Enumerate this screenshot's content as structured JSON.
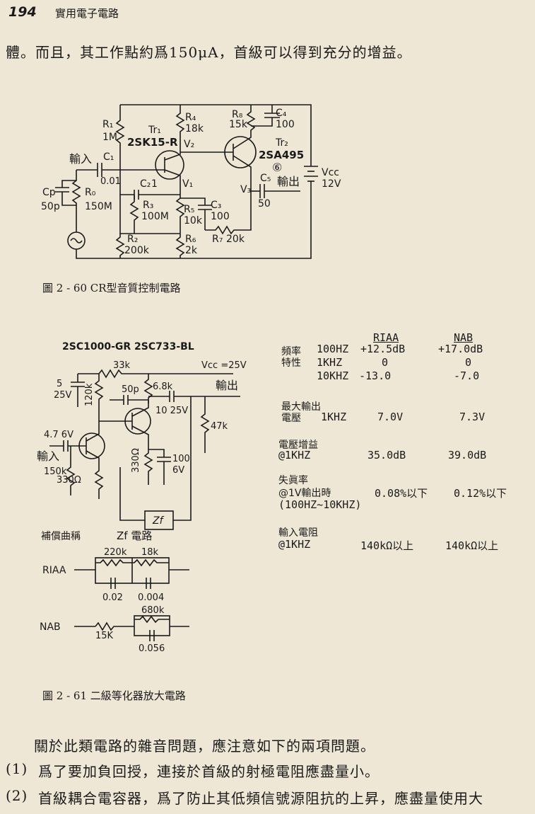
{
  "header": {
    "page_number": "194",
    "running_title": "實用電子電路"
  },
  "paragraph_top": "體。而且，其工作點約爲150μA，首級可以得到充分的增益。",
  "fig60": {
    "caption": "圖 2 - 60  CR型音質控制電路",
    "labels": {
      "r1": "R₁",
      "r1v": "1M",
      "tr1": "Tr₁",
      "tr1type": "2SK15-R",
      "r4": "R₄",
      "r4v": "18k",
      "v2": "V₂",
      "r8": "R₈",
      "r8v": "15k",
      "c4": "C₄",
      "c4v": "100",
      "tr2": "Tr₂",
      "tr2type": "2SA495",
      "point6": "⑥",
      "input": "輸入",
      "c1": "C₁",
      "c1v": "0.01",
      "vcc": "Vcc",
      "vccv": "12V",
      "cp": "Cp",
      "cpv": "50p",
      "r0": "R₀",
      "r0v": "150M",
      "c2": "C₂",
      "c2v": "1",
      "v1": "V₁",
      "c5": "C₅",
      "c5v": "50",
      "output": "輸出",
      "v3": "V₃",
      "r3": "R₃",
      "r3v": "100M",
      "r5": "R₅",
      "r5v": "10k",
      "c3": "C₃",
      "c3v": "100",
      "r2": "R₂",
      "r2v": "200k",
      "r6": "R₆",
      "r6v": "2k",
      "r7": "R₇",
      "r7v": "20k"
    }
  },
  "fig61": {
    "caption": "圖 2 - 61   二級等化器放大電路",
    "labels": {
      "t1": "2SC1000-GR",
      "t2": "2SC733-BL",
      "r33k": "33k",
      "vcc": "Vcc =25V",
      "c5": "5",
      "c5v": "25V",
      "r120k": "120k",
      "c50p": "50p",
      "r68k": "6.8k",
      "c10": "10  25V",
      "output": "輸出",
      "r47k": "47k",
      "c47": "4.7  6V",
      "input": "輸入",
      "r150k": "150k",
      "r330a": "330Ω",
      "r330b": "330Ω",
      "c100": "100",
      "c100v": "6V",
      "zf": "Zf",
      "comp_title": "補償曲稱",
      "zf_title": "Zf 電路",
      "riaa": "RIAA",
      "r220k": "220k",
      "r18k": "18k",
      "c002": "0.02",
      "c0004": "0.004",
      "nab": "NAB",
      "r15k": "15K",
      "r680k": "680k",
      "c0056": "0.056"
    }
  },
  "spec_table": {
    "col_riaa": "RIAA",
    "col_nab": "NAB",
    "freq_label_1": "頻率",
    "freq_label_2": "特性",
    "freq_rows": [
      {
        "freq": "100HZ",
        "riaa": "+12.5dB",
        "nab": "+17.0dB"
      },
      {
        "freq": "1KHZ",
        "riaa": "0",
        "nab": "0"
      },
      {
        "freq": "10KHZ",
        "riaa": "-13.0",
        "nab": "-7.0"
      }
    ],
    "maxout_label_1": "最大輸出",
    "maxout_label_2": "電壓",
    "maxout_freq": "1KHZ",
    "maxout_riaa": "7.0V",
    "maxout_nab": "7.3V",
    "gain_label": "電壓增益",
    "gain_cond": "@1KHZ",
    "gain_riaa": "35.0dB",
    "gain_nab": "39.0dB",
    "dist_label": "失眞率",
    "dist_cond": "@1V輸出時",
    "dist_range": "(100HZ~10KHZ)",
    "dist_riaa": "0.08%以下",
    "dist_nab": "0.12%以下",
    "imp_label": "輸入電阻",
    "imp_cond": "@1KHZ",
    "imp_riaa": "140kΩ以上",
    "imp_nab": "140kΩ以上"
  },
  "paragraph_bottom": "關於此類電路的雜音問題，應注意如下的兩項問題。",
  "list": [
    {
      "num": "(1)",
      "text": "爲了要加負回授，連接於首級的射極電阻應盡量小。"
    },
    {
      "num": "(2)",
      "text": "首級耦合電容器，爲了防止其低頻信號源阻抗的上昇，應盡量使用大"
    }
  ]
}
